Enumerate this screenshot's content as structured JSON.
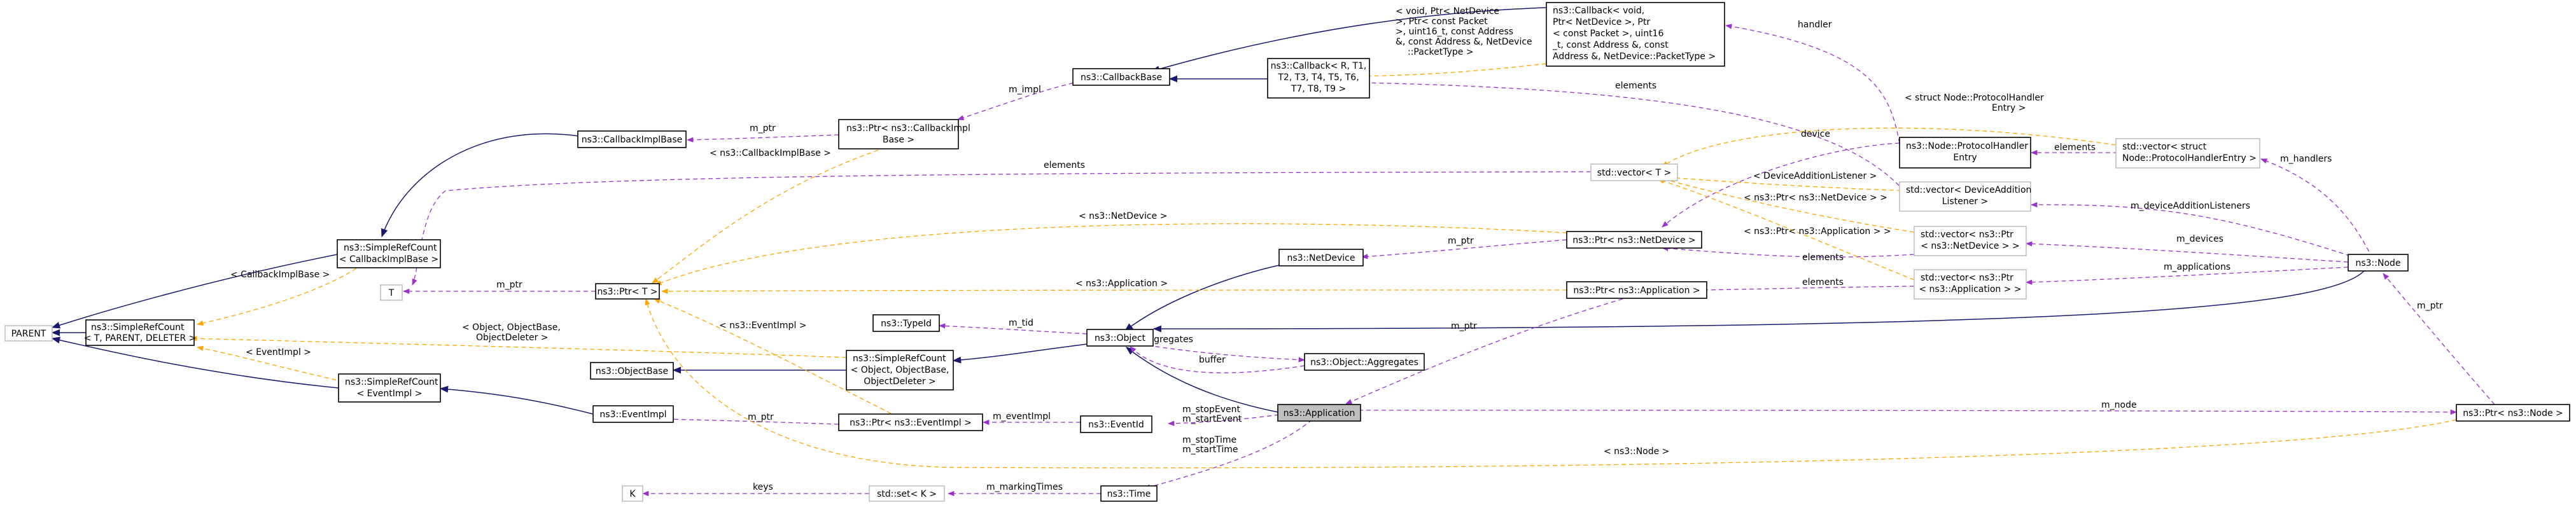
{
  "colors": {
    "usage": "#9a32cd",
    "template": "#ffa500",
    "inheritance": "#191970",
    "focus_fill": "#bfbfbf",
    "template_border": "#bfbfbf"
  },
  "nodes": {
    "parent": [
      "PARENT"
    ],
    "simple_refcount_tpl": [
      "ns3::SimpleRefCount",
      "< T, PARENT, DELETER >"
    ],
    "t_param": [
      "T"
    ],
    "ptr_tpl": [
      "ns3::Ptr< T >"
    ],
    "k_param": [
      "K"
    ],
    "set_k": [
      "std::set< K >"
    ],
    "time": [
      "ns3::Time"
    ],
    "callbackimpl_base": [
      "ns3::CallbackImplBase"
    ],
    "refcount_cbimpl": [
      "ns3::SimpleRefCount",
      "< CallbackImplBase >"
    ],
    "refcount_eventimpl": [
      "ns3::SimpleRefCount",
      "< EventImpl >"
    ],
    "objectbase": [
      "ns3::ObjectBase"
    ],
    "eventimpl": [
      "ns3::EventImpl"
    ],
    "ptr_cbimpl": [
      "ns3::Ptr< ns3::CallbackImpl",
      "Base >"
    ],
    "typeid": [
      "ns3::TypeId"
    ],
    "refcount_object": [
      "ns3::SimpleRefCount",
      "< Object, ObjectBase,",
      "ObjectDeleter >"
    ],
    "ptr_eventimpl": [
      "ns3::Ptr< ns3::EventImpl >"
    ],
    "callbackbase": [
      "ns3::CallbackBase"
    ],
    "object": [
      "ns3::Object"
    ],
    "eventid": [
      "ns3::EventId"
    ],
    "netdevice": [
      "ns3::NetDevice"
    ],
    "aggregates": [
      "ns3::Object::Aggregates"
    ],
    "application": [
      "ns3::Application"
    ],
    "callback_tpl": [
      "ns3::Callback< R, T1,",
      "T2, T3, T4, T5, T6,",
      "T7, T8, T9 >"
    ],
    "callback_inst": [
      "ns3::Callback< void,",
      " Ptr< NetDevice >, Ptr",
      "< const Packet >, uint16",
      "_t, const Address &, const",
      " Address &, NetDevice::PacketType >"
    ],
    "vector_tpl": [
      "std::vector< T >"
    ],
    "ptr_netdevice": [
      "ns3::Ptr< ns3::NetDevice >"
    ],
    "ptr_application": [
      "ns3::Ptr< ns3::Application >"
    ],
    "protocolhandler": [
      "ns3::Node::ProtocolHandler",
      "Entry"
    ],
    "vector_devaddlistener": [
      "std::vector< DeviceAddition",
      "Listener >"
    ],
    "vector_ptr_netdevice": [
      "std::vector< ns3::Ptr",
      "< ns3::NetDevice > >"
    ],
    "vector_ptr_application": [
      "std::vector< ns3::Ptr",
      "< ns3::Application > >"
    ],
    "vector_protocolhandler": [
      "std::vector< struct",
      " Node::ProtocolHandlerEntry >"
    ],
    "node": [
      "ns3::Node"
    ],
    "ptr_node": [
      "ns3::Ptr< ns3::Node >"
    ]
  },
  "edges": {
    "m_impl": "m_impl",
    "m_ptr": "m_ptr",
    "m_tid": "m_tid",
    "m_aggregates": "m_aggregates",
    "buffer": "buffer",
    "m_eventImpl": "m_eventImpl",
    "m_stopEvent_m_startEvent": [
      "m_stopEvent",
      "m_startEvent"
    ],
    "m_stopTime_m_startTime": [
      "m_stopTime",
      "m_startTime"
    ],
    "m_markingTimes": "m_markingTimes",
    "keys": "keys",
    "m_node": "m_node",
    "elements": "elements",
    "handler": "handler",
    "device": "device",
    "m_handlers": "m_handlers",
    "m_deviceAdditionListeners": "m_deviceAdditionListeners",
    "m_devices": "m_devices",
    "m_applications": "m_applications",
    "tpl_callbackimplbase": "< CallbackImplBase >",
    "tpl_ns3_callbackimplbase": "< ns3::CallbackImplBase >",
    "tpl_ns3_netdevice": "< ns3::NetDevice >",
    "tpl_ns3_application": "< ns3::Application >",
    "tpl_object_base_deleter": [
      "< Object, ObjectBase,",
      "ObjectDeleter >"
    ],
    "tpl_eventimpl": "< EventImpl >",
    "tpl_ns3_eventimpl": "< ns3::EventImpl >",
    "tpl_ns3_node": "< ns3::Node >",
    "tpl_callback_args": [
      "< void, Ptr< NetDevice",
      " >, Ptr< const Packet",
      " >, uint16_t, const Address",
      " &, const Address &, NetDevice",
      "::PacketType >"
    ],
    "tpl_protocolhandler": [
      "< struct Node::ProtocolHandler",
      "Entry >"
    ],
    "tpl_devaddlistener": "< DeviceAdditionListener >",
    "tpl_ptr_netdevice": "< ns3::Ptr< ns3::NetDevice > >",
    "tpl_ptr_application": "< ns3::Ptr< ns3::Application > >"
  }
}
